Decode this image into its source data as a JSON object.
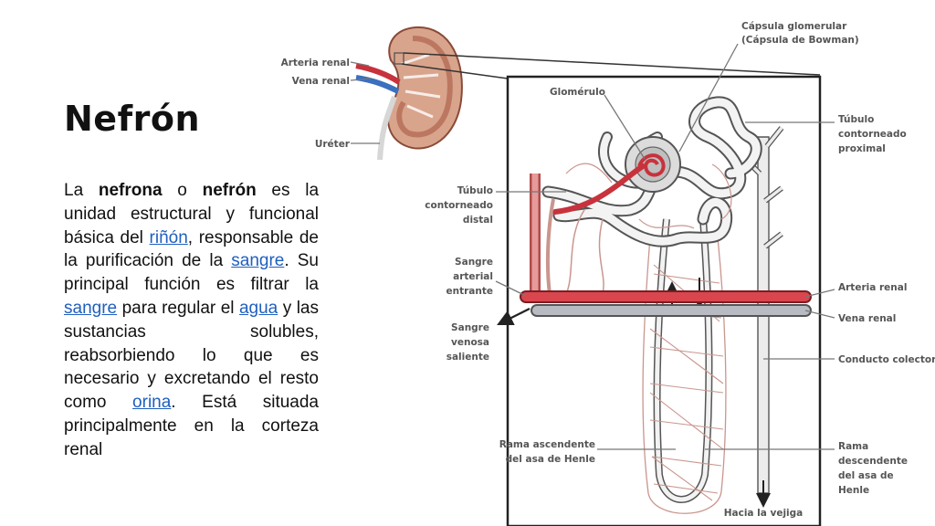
{
  "title": "Nefrón",
  "paragraph": {
    "t1": "La ",
    "b1": "nefrona",
    "t2": " o ",
    "b2": "nefrón",
    "t3": " es la unidad estructural y funcional básica del ",
    "l1": "riñón",
    "t4": ", responsable de la purificación de la ",
    "l2": "sangre",
    "t5": ". Su principal función es filtrar la ",
    "l3": "sangre",
    "t6": " para regular el ",
    "l4": "agua",
    "t7": " y las sustancias solubles, reabsorbiendo lo que es necesario y excretando el resto como ",
    "l5": "orina",
    "t8": ". Está situada principalmente en la corteza renal"
  },
  "labels": {
    "arteria_renal_top": "Arteria renal",
    "vena_renal_top": "Vena renal",
    "ureter": "Uréter",
    "capsula_1": "Cápsula glomerular",
    "capsula_2": "(Cápsula de Bowman)",
    "glomerulo": "Glomérulo",
    "tubulo_prox_1": "Túbulo",
    "tubulo_prox_2": "contorneado",
    "tubulo_prox_3": "proximal",
    "tubulo_dist_1": "Túbulo",
    "tubulo_dist_2": "contorneado",
    "tubulo_dist_3": "distal",
    "sangre_art_1": "Sangre",
    "sangre_art_2": "arterial",
    "sangre_art_3": "entrante",
    "sangre_ven_1": "Sangre",
    "sangre_ven_2": "venosa",
    "sangre_ven_3": "saliente",
    "arteria_renal": "Arteria renal",
    "vena_renal": "Vena renal",
    "conducto_colector": "Conducto colector",
    "rama_asc_1": "Rama ascendente",
    "rama_asc_2": "del asa de Henle",
    "rama_desc_1": "Rama",
    "rama_desc_2": "descendente",
    "rama_desc_3": "del asa de",
    "rama_desc_4": "Henle",
    "hacia_vejiga": "Hacia la vejiga"
  },
  "colors": {
    "artery": "#c8323c",
    "vein": "#8a8f96",
    "tubule_outline": "#555555",
    "link": "#1f5fbf",
    "kidney": "#b86a50"
  }
}
